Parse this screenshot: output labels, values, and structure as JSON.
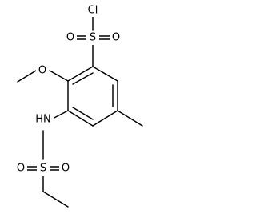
{
  "molecule": {
    "labels": {
      "chlorine": "Cl",
      "upper_sulfur": "S",
      "upper_oxygen_left": "O",
      "upper_oxygen_right": "O",
      "methoxy_oxygen": "O",
      "amine": "HN",
      "lower_sulfur": "S",
      "lower_oxygen_left": "O",
      "lower_oxygen_right": "O"
    }
  }
}
